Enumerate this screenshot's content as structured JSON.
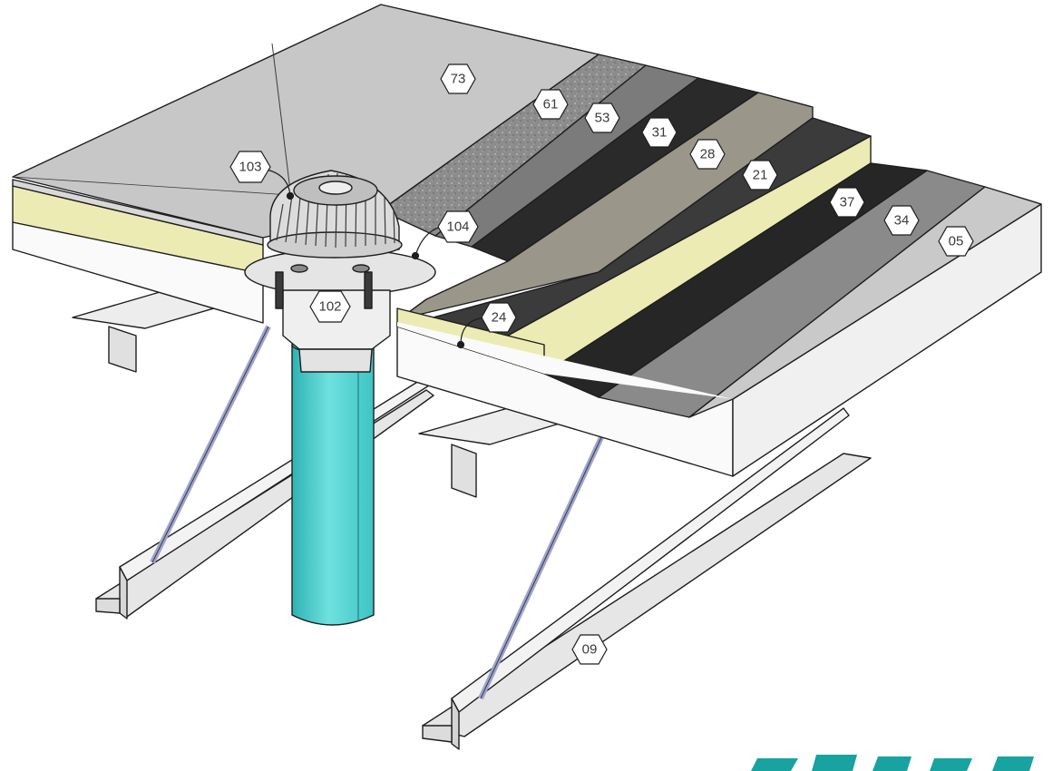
{
  "callouts": {
    "c73": "73",
    "c61": "61",
    "c53": "53",
    "c31": "31",
    "c28": "28",
    "c21": "21",
    "c37": "37",
    "c34": "34",
    "c05": "05",
    "c103": "103",
    "c104": "104",
    "c102": "102",
    "c24": "24",
    "c09": "09"
  },
  "colors": {
    "gravel_grey": "#c7c7c7",
    "geotextile": "#8f8f8f",
    "membrane_dark": "#2a2a2a",
    "insulation_yellow": "#ecebb4",
    "vapour_khaki": "#9b968a",
    "deck_white": "#fafafa",
    "beam_light": "#e6e6e6",
    "pipe_teal": "#4fcfcf",
    "outline": "#1e1e1e",
    "watermark": "#19a3a0"
  },
  "icons": {
    "drain": "roof-drain-icon",
    "pipe": "downpipe-icon"
  }
}
